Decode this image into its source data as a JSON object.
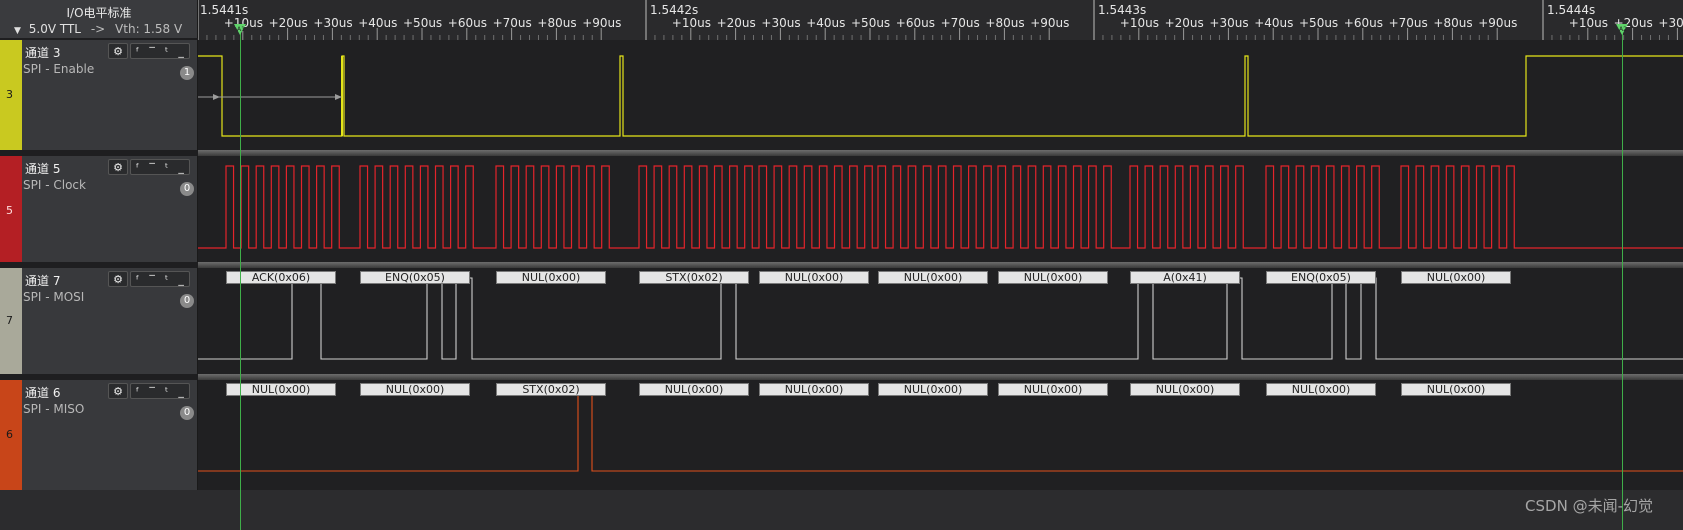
{
  "header": {
    "title": "I/O电平标准",
    "mode": "5.0V TTL",
    "arrow_sep": "->",
    "vth": "Vth: 1.58 V"
  },
  "ruler": {
    "major": [
      {
        "label": "1.5441s"
      },
      {
        "label": "1.5442s"
      },
      {
        "label": "1.5443s"
      },
      {
        "label": "1.5444s"
      }
    ],
    "minor": [
      "+10us",
      "+20us",
      "+30us",
      "+40us",
      "+50us",
      "+60us",
      "+70us",
      "+80us",
      "+90us"
    ]
  },
  "channels": [
    {
      "id": "3",
      "name": "通道 3",
      "sub": "SPI - Enable",
      "badge": "1",
      "color": "#e5e51a",
      "strip": "#c9c920"
    },
    {
      "id": "5",
      "name": "通道 5",
      "sub": "SPI - Clock",
      "badge": "0",
      "color": "#e3242b",
      "strip": "#c42126"
    },
    {
      "id": "7",
      "name": "通道 7",
      "sub": "SPI - MOSI",
      "badge": "0",
      "color": "#cfcfcf",
      "strip": "#b8b8a8",
      "decodes": [
        "ACK(0x06)",
        "ENQ(0x05)",
        "NUL(0x00)",
        "STX(0x02)",
        "NUL(0x00)",
        "NUL(0x00)",
        "NUL(0x00)",
        "A(0x41)",
        "ENQ(0x05)",
        "NUL(0x00)"
      ]
    },
    {
      "id": "6",
      "name": "通道 6",
      "sub": "SPI - MISO",
      "badge": "0",
      "color": "#e0501c",
      "strip": "#d24a1a",
      "decodes": [
        "NUL(0x00)",
        "NUL(0x00)",
        "STX(0x02)",
        "NUL(0x00)",
        "NUL(0x00)",
        "NUL(0x00)",
        "NUL(0x00)",
        "NUL(0x00)",
        "NUL(0x00)",
        "NUL(0x00)"
      ]
    }
  ],
  "icons": {
    "settings": "gear-icon",
    "rising": "rising-edge-icon",
    "falling": "falling-edge-icon",
    "high": "high-level-icon",
    "low": "low-level-icon"
  },
  "watermark": "CSDN @未闻-幻觉"
}
